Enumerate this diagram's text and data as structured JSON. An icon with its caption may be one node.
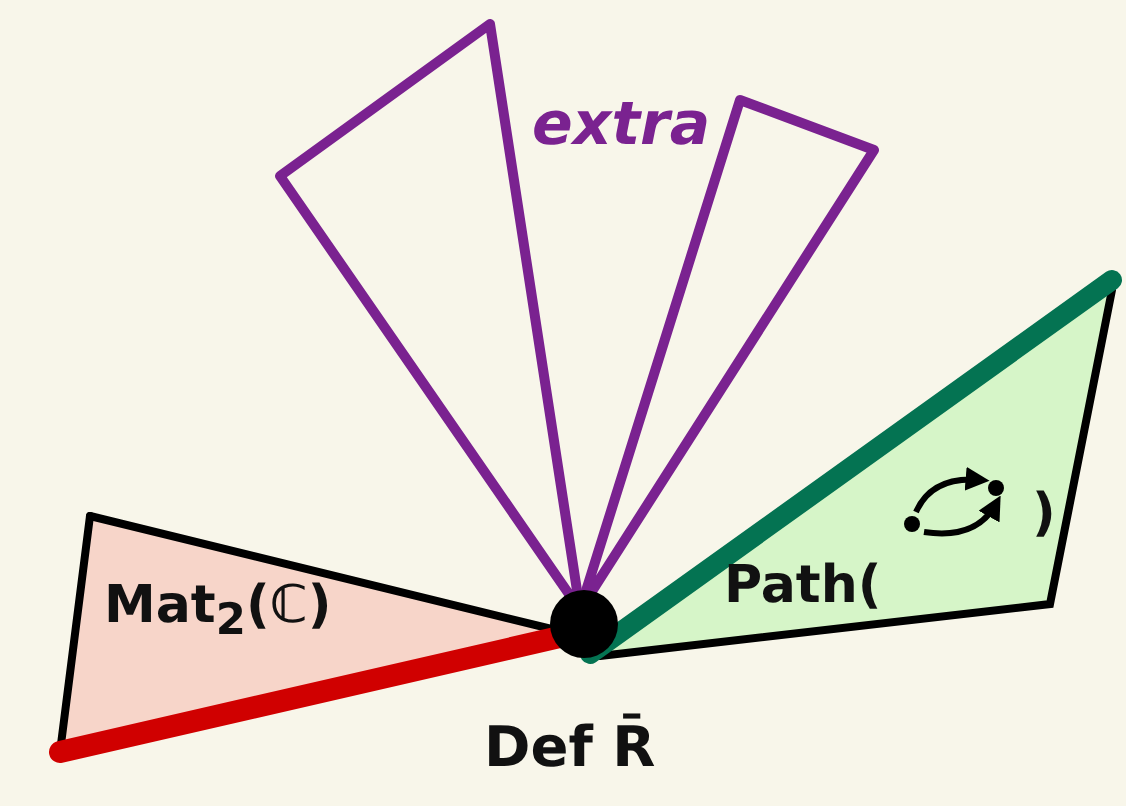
{
  "diagram": {
    "nodes": [
      {
        "text": [
          "Mat$_{2}$(ℂ)"
        ]
      },
      {
        "text": [],
        "shape": "triangle"
      },
      {
        "text": [],
        "shape": "triangle"
      },
      {
        "text": [
          "Path(",
          ")"
        ]
      },
      {
        "text": [],
        "shape": "circle"
      }
    ],
    "labels": [
      "extra",
      "Def R̄"
    ]
  }
}
